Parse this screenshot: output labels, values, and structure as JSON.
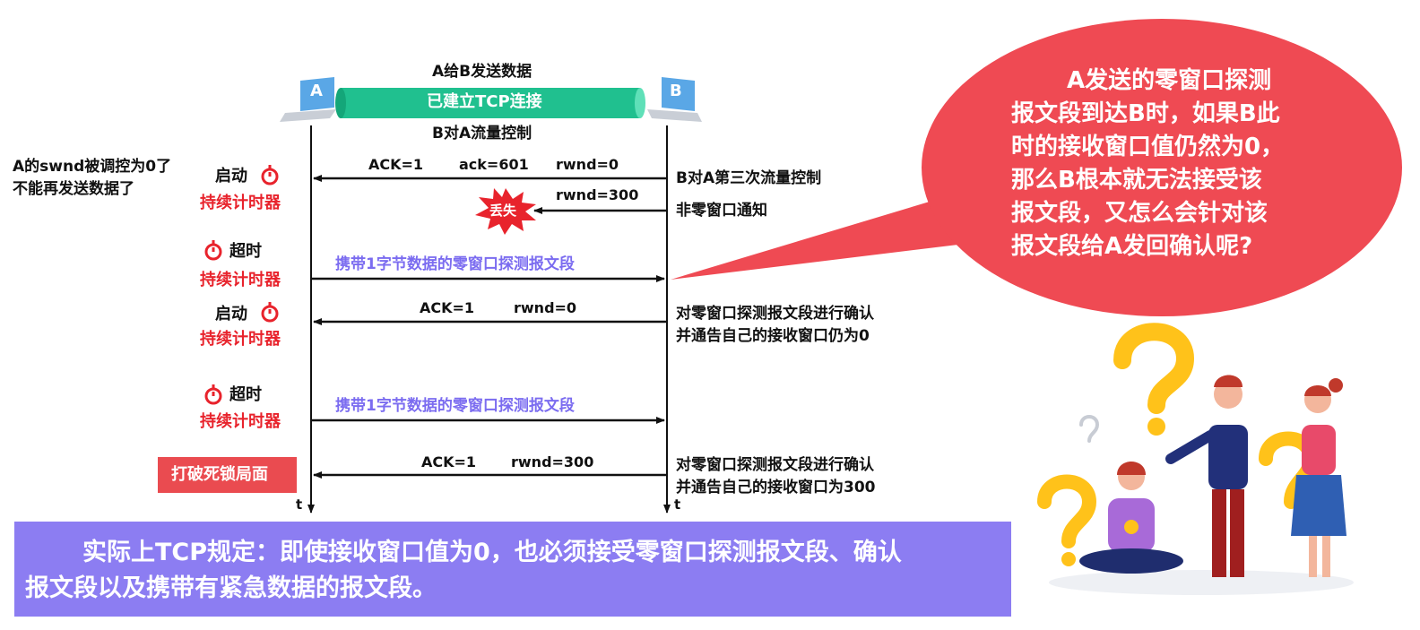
{
  "header": {
    "top_label": "A给B发送数据",
    "connection_label": "已建立TCP连接",
    "flow_label": "B对A流量控制",
    "host_a": "A",
    "host_b": "B"
  },
  "axis": {
    "a_time": "t",
    "b_time": "t"
  },
  "left_notes": {
    "swnd_line1": "A的swnd被调控为0了",
    "swnd_line2": "不能再发送数据了",
    "start1": "启动",
    "timer1": "持续计时器",
    "timeout1": "超时",
    "timer2": "持续计时器",
    "start2": "启动",
    "timer3": "持续计时器",
    "timeout2": "超时",
    "timer4": "持续计时器",
    "deadlock": "打破死锁局面"
  },
  "messages": {
    "m1_ack": "ACK=1",
    "m1_acknum": "ack=601",
    "m1_rwnd": "rwnd=0",
    "m2_rwnd": "rwnd=300",
    "lost": "丢失",
    "probe1": "携带1字节数据的零窗口探测报文段",
    "m3_ack": "ACK=1",
    "m3_rwnd": "rwnd=0",
    "probe2": "携带1字节数据的零窗口探测报文段",
    "m4_ack": "ACK=1",
    "m4_rwnd": "rwnd=300"
  },
  "right_notes": {
    "third_control": "B对A第三次流量控制",
    "nonzero": "非零窗口通知",
    "confirm1_line1": "对零窗口探测报文段进行确认",
    "confirm1_line2": "并通告自己的接收窗口仍为0",
    "confirm2_line1": "对零窗口探测报文段进行确认",
    "confirm2_line2": "并通告自己的接收窗口为300"
  },
  "bubble": {
    "line1": "A发送的零窗口探测",
    "line2": "报文段到达B时，如果B此",
    "line3": "时的接收窗口值仍然为0，",
    "line4": "那么B根本就无法接受该",
    "line5": "报文段，又怎么会针对该",
    "line6": "报文段给A发回确认呢?"
  },
  "bottom": {
    "line1": "实际上TCP规定：即使接收窗口值为0，也必须接受零窗口探测报文段、确认",
    "line2": "报文段以及携带有紧急数据的报文段。"
  },
  "colors": {
    "red": "#e8232c",
    "purple_text": "#7b6cf0",
    "bubble_fill": "#ef4a53",
    "bottom_fill": "#8c7df2",
    "pipe": "#20c08f"
  }
}
